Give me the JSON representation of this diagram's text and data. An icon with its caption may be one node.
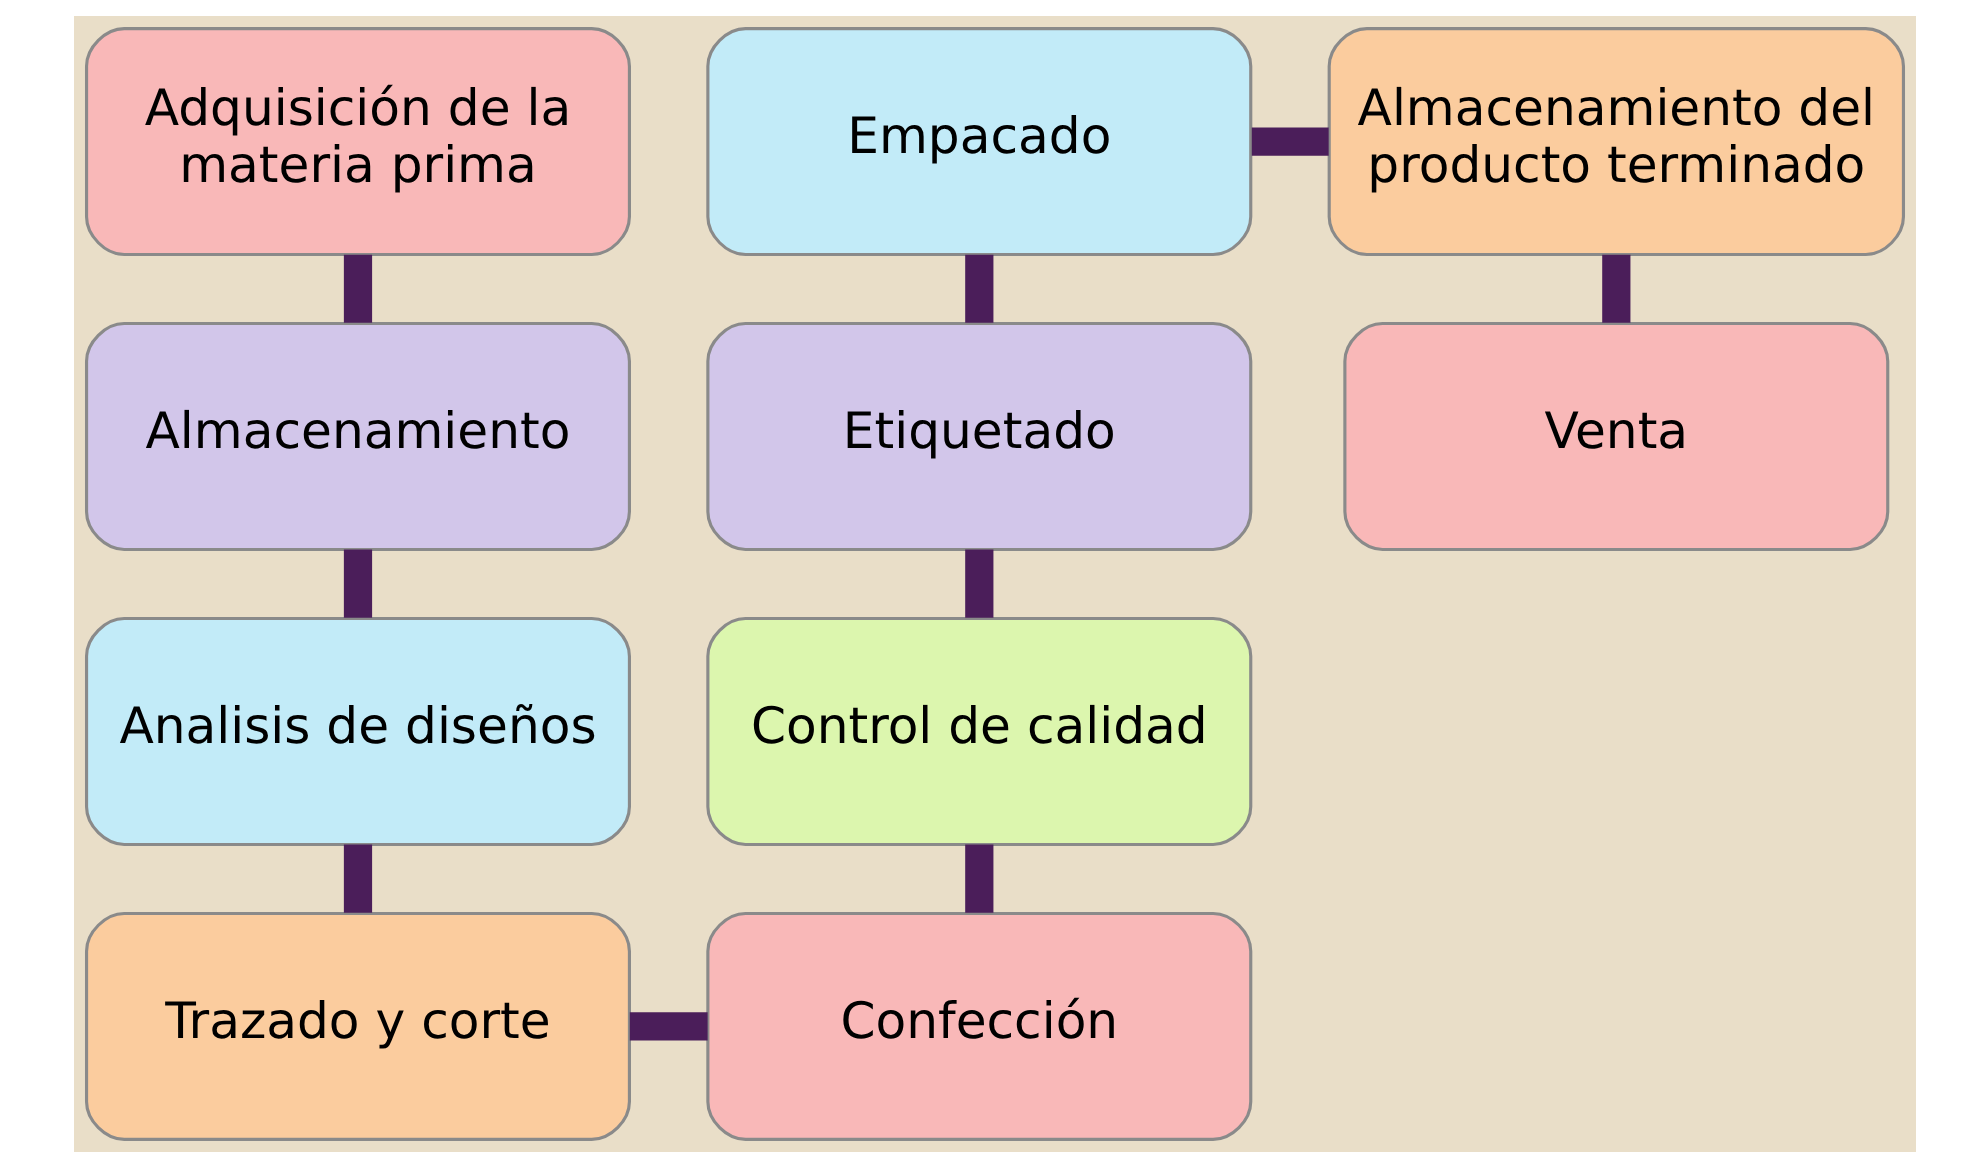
{
  "diagram": {
    "nodes": [
      {
        "text": [
          "Adquisición de la materia prima"
        ]
      },
      {
        "text": [
          "Almacenamiento"
        ]
      },
      {
        "text": [
          "Analisis de diseños"
        ]
      },
      {
        "text": [
          "Trazado y corte"
        ]
      },
      {
        "text": [
          "Confección"
        ]
      },
      {
        "text": [
          "Control de calidad"
        ]
      },
      {
        "text": [
          "Etiquetado"
        ]
      },
      {
        "text": [
          "Empacado"
        ]
      },
      {
        "text": [
          "Almacenamiento del producto terminado"
        ]
      },
      {
        "text": [
          "Venta"
        ]
      }
    ],
    "edges": [
      {
        "from": 0,
        "to": 1,
        "arrow": "none"
      },
      {
        "from": 1,
        "to": 2,
        "arrow": "none"
      },
      {
        "from": 2,
        "to": 3,
        "arrow": "none"
      },
      {
        "from": 3,
        "to": 4,
        "arrow": "none"
      },
      {
        "from": 4,
        "to": 5,
        "arrow": "none"
      },
      {
        "from": 5,
        "to": 6,
        "arrow": "none"
      },
      {
        "from": 6,
        "to": 7,
        "arrow": "none"
      },
      {
        "from": 7,
        "to": 8,
        "arrow": "none"
      },
      {
        "from": 8,
        "to": 9,
        "arrow": "none"
      }
    ]
  }
}
